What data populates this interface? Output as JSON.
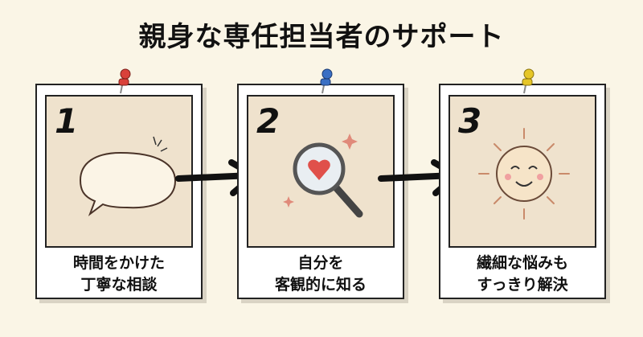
{
  "title": "親身な専任担当者のサポート",
  "steps": [
    {
      "number": "1",
      "caption_line1": "時間をかけた",
      "caption_line2": "丁寧な相談",
      "pin_color": "#d9413a",
      "icon": "speech-bubble-icon"
    },
    {
      "number": "2",
      "caption_line1": "自分を",
      "caption_line2": "客観的に知る",
      "pin_color": "#3a6fc4",
      "icon": "magnifier-heart-icon"
    },
    {
      "number": "3",
      "caption_line1": "繊細な悩みも",
      "caption_line2": "すっきり解決",
      "pin_color": "#e6c628",
      "icon": "smiling-sun-icon"
    }
  ]
}
